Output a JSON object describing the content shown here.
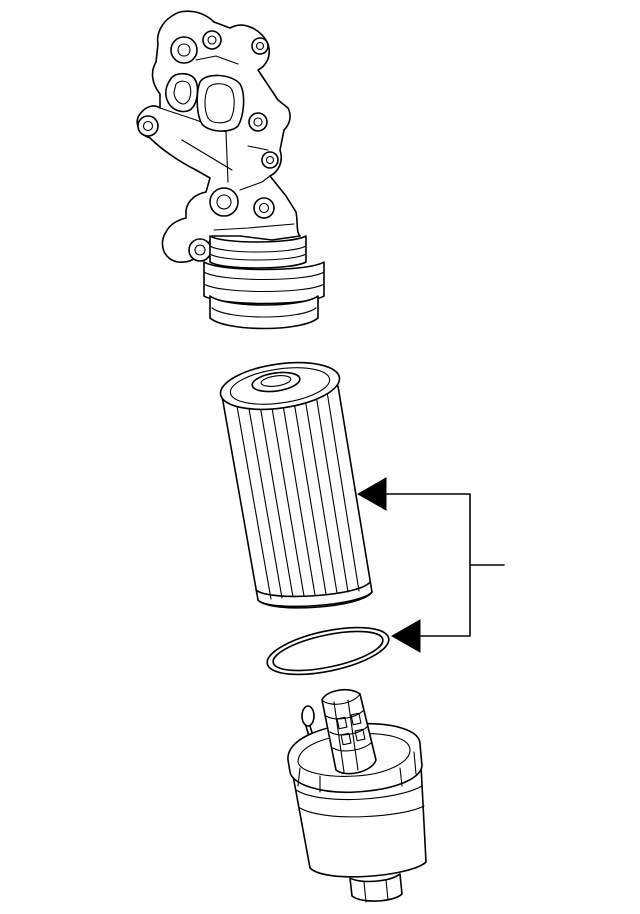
{
  "diagram": {
    "type": "exploded-parts-view",
    "parts": [
      {
        "id": "oil-filter-housing",
        "icon": "oil-filter-housing-drawing"
      },
      {
        "id": "oil-filter-element",
        "icon": "oil-filter-element-drawing"
      },
      {
        "id": "o-ring-seal",
        "icon": "o-ring-drawing"
      },
      {
        "id": "filter-cap",
        "icon": "filter-cap-drawing"
      }
    ],
    "callout": {
      "points_to": [
        "oil-filter-element",
        "o-ring-seal"
      ],
      "label": ""
    },
    "colors": {
      "line": "#000000",
      "background": "#ffffff"
    }
  }
}
